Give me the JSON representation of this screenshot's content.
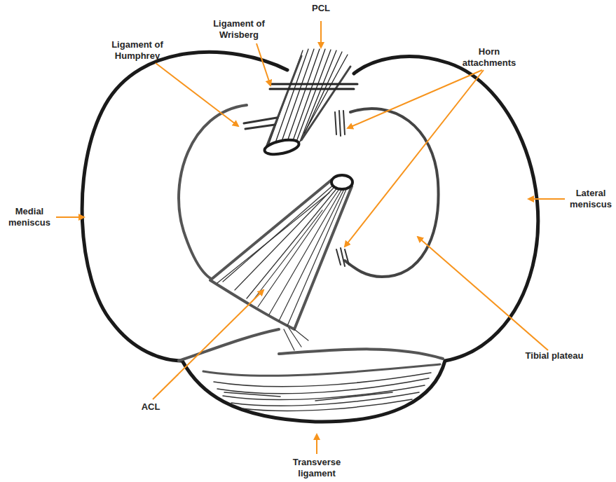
{
  "diagram": {
    "labels": [
      "PCL",
      "Ligament of Wrisberg",
      "Ligament of Humphrey",
      "Horn attachments",
      "Medial meniscus",
      "Lateral meniscus",
      "Tibial plateau",
      "ACL",
      "Transverse ligament"
    ]
  }
}
